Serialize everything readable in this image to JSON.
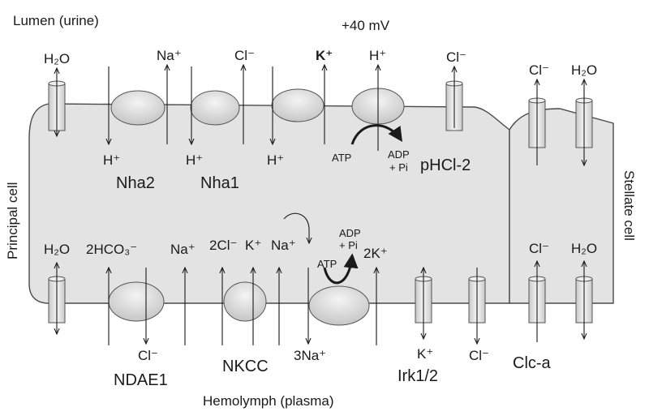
{
  "labels": {
    "lumen": "Lumen (urine)",
    "voltage": "+40 mV",
    "hemolymph": "Hemolymph (plasma)",
    "principal_cell": "Principal cell",
    "stellate_cell": "Stellate cell"
  },
  "apical": {
    "h2o": "H₂O",
    "na": "Na⁺",
    "cl": "Cl⁻",
    "k": "K⁺",
    "h_pump": "H⁺",
    "cl_pHCl": "Cl⁻",
    "h_nha2": "H⁺",
    "h_nha1": "H⁺",
    "h_third": "H⁺",
    "atp": "ATP",
    "adp": "ADP",
    "pi": "+ Pi",
    "nha2": "Nha2",
    "nha1": "Nha1",
    "phcl2": "pHCl-2",
    "stellate_cl": "Cl⁻",
    "stellate_h2o": "H₂O"
  },
  "basolateral": {
    "h2o": "H₂O",
    "hco3": "2HCO₃⁻",
    "na_ndae": "Na⁺",
    "cl2": "2Cl⁻",
    "k_nkcc": "K⁺",
    "na_nkcc": "Na⁺",
    "atp": "ATP",
    "adp": "ADP",
    "pi": "+ Pi",
    "k2": "2K⁺",
    "cl_ndae": "Cl⁻",
    "na3": "3Na⁺",
    "k_irk": "K⁺",
    "cl_out": "Cl⁻",
    "ndae1": "NDAE1",
    "nkcc": "NKCC",
    "irk": "Irk1/2",
    "clca": "Clc-a",
    "stellate_cl": "Cl⁻",
    "stellate_h2o": "H₂O"
  }
}
